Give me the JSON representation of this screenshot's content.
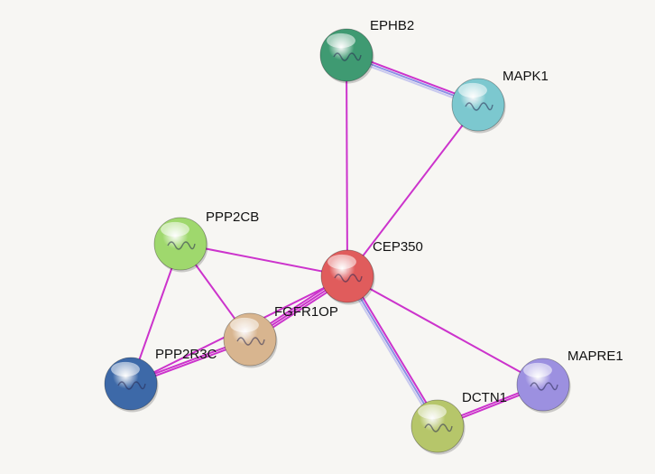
{
  "colors": {
    "background": "#f7f6f3",
    "edge_magenta": "#cc33cc",
    "edge_blue": "#8b8fe6",
    "edge_light": "#c8c8ee"
  },
  "nodes": [
    {
      "id": "EPHB2",
      "label": "EPHB2",
      "color": "#3f9a72",
      "icon": "protein-structure-icon"
    },
    {
      "id": "MAPK1",
      "label": "MAPK1",
      "color": "#7cc8cf",
      "icon": "protein-structure-icon"
    },
    {
      "id": "PPP2CB",
      "label": "PPP2CB",
      "color": "#9fd86d",
      "icon": "protein-structure-icon"
    },
    {
      "id": "CEP350",
      "label": "CEP350",
      "color": "#e05c5c",
      "icon": "protein-structure-icon"
    },
    {
      "id": "FGFR1OP",
      "label": "FGFR1OP",
      "color": "#d8b58f",
      "icon": "protein-structure-icon"
    },
    {
      "id": "PPP2R3C",
      "label": "PPP2R3C",
      "color": "#3d69a8",
      "icon": "protein-structure-icon"
    },
    {
      "id": "MAPRE1",
      "label": "MAPRE1",
      "color": "#9c90e0",
      "icon": "protein-structure-icon"
    },
    {
      "id": "DCTN1",
      "label": "DCTN1",
      "color": "#b6c66a",
      "icon": "protein-structure-icon"
    }
  ],
  "edges": [
    {
      "from": "EPHB2",
      "to": "MAPK1",
      "types": [
        "magenta",
        "blue",
        "light"
      ]
    },
    {
      "from": "EPHB2",
      "to": "CEP350",
      "types": [
        "magenta"
      ]
    },
    {
      "from": "MAPK1",
      "to": "CEP350",
      "types": [
        "magenta"
      ]
    },
    {
      "from": "PPP2CB",
      "to": "CEP350",
      "types": [
        "magenta"
      ]
    },
    {
      "from": "PPP2CB",
      "to": "FGFR1OP",
      "types": [
        "magenta"
      ]
    },
    {
      "from": "PPP2CB",
      "to": "PPP2R3C",
      "types": [
        "magenta"
      ]
    },
    {
      "from": "CEP350",
      "to": "FGFR1OP",
      "types": [
        "magenta",
        "magenta",
        "magenta"
      ]
    },
    {
      "from": "CEP350",
      "to": "PPP2R3C",
      "types": [
        "magenta"
      ]
    },
    {
      "from": "CEP350",
      "to": "MAPRE1",
      "types": [
        "magenta"
      ]
    },
    {
      "from": "CEP350",
      "to": "DCTN1",
      "types": [
        "magenta",
        "blue",
        "light"
      ]
    },
    {
      "from": "FGFR1OP",
      "to": "PPP2R3C",
      "types": [
        "magenta",
        "magenta"
      ]
    },
    {
      "from": "DCTN1",
      "to": "MAPRE1",
      "types": [
        "magenta",
        "magenta"
      ]
    }
  ]
}
